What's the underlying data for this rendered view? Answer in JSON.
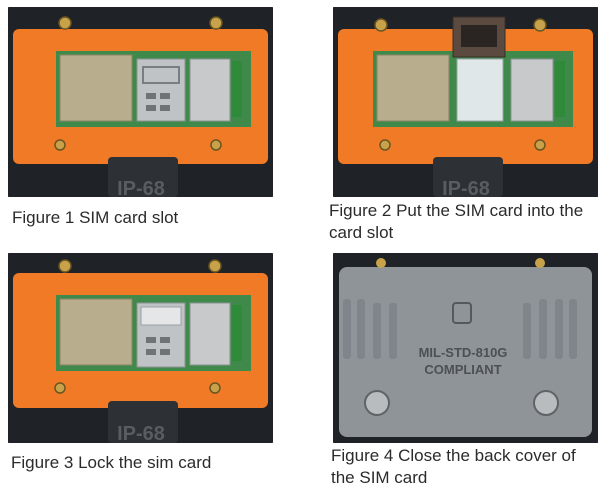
{
  "figures": [
    {
      "caption": "Figure 1 SIM card slot",
      "housing_text": "IP-68",
      "state": "empty-slot"
    },
    {
      "caption": "Figure 2 Put the SIM card into the card slot",
      "housing_text": "IP-68",
      "state": "card-inserted-latch-open"
    },
    {
      "caption": "Figure 3 Lock the sim card",
      "housing_text": "IP-68",
      "state": "card-locked"
    },
    {
      "caption": "Figure 4 Close the back cover of the SIM card",
      "cover_text_line1": "MIL-STD-810G",
      "cover_text_line2": "COMPLIANT",
      "state": "cover-closed"
    }
  ],
  "colors": {
    "housing_orange": "#f07a26",
    "frame_dark": "#1f2226",
    "pcb_green": "#3f8a4a",
    "cover_gray": "#8f9499"
  }
}
